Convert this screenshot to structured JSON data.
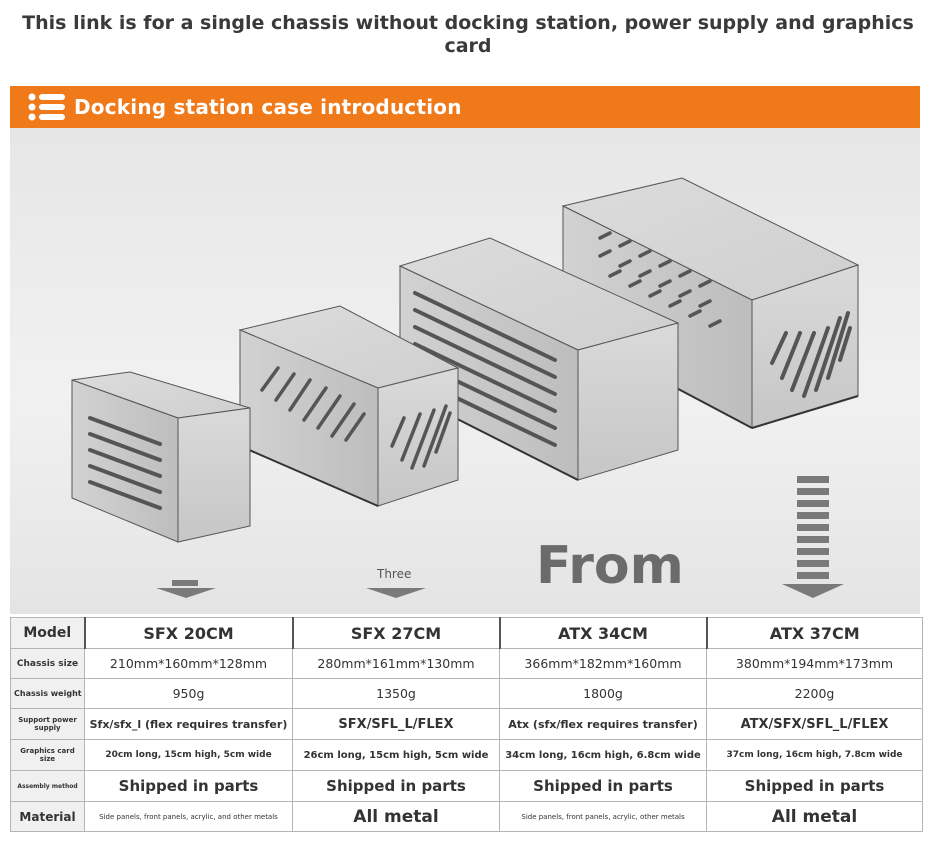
{
  "notice": {
    "line1": "This link is for a single chassis without docking station, power supply and graphics",
    "line2": "card"
  },
  "banner": {
    "title": "Docking station case introduction",
    "icon": "list-icon",
    "color": "#f07a1a"
  },
  "overlay": {
    "from_text": "From",
    "three_label": "Three"
  },
  "table": {
    "model_label": "Model",
    "models": [
      "SFX 20CM",
      "SFX 27CM",
      "ATX 34CM",
      "ATX 37CM"
    ],
    "rows": [
      {
        "label": "Chassis size",
        "values": [
          "210mm*160mm*128mm",
          "280mm*161mm*130mm",
          "366mm*182mm*160mm",
          "380mm*194mm*173mm"
        ]
      },
      {
        "label": "Chassis weight",
        "values": [
          "950g",
          "1350g",
          "1800g",
          "2200g"
        ]
      },
      {
        "label": "Support power supply",
        "values": [
          "Sfx/sfx_l (flex requires transfer)",
          "SFX/SFL_L/FLEX",
          "Atx (sfx/flex requires transfer)",
          "ATX/SFX/SFL_L/FLEX"
        ]
      },
      {
        "label": "Graphics card size",
        "values": [
          "20cm long, 15cm high, 5cm wide",
          "26cm long, 15cm high, 5cm wide",
          "34cm long, 16cm high, 6.8cm wide",
          "37cm long, 16cm high, 7.8cm wide"
        ]
      },
      {
        "label": "Assembly method",
        "values": [
          "Shipped in parts",
          "Shipped in parts",
          "Shipped in parts",
          "Shipped in parts"
        ]
      },
      {
        "label": "Material",
        "values": [
          "Side panels, front panels, acrylic, and other metals",
          "All metal",
          "Side panels, front panels, acrylic, other metals",
          "All metal"
        ]
      }
    ]
  }
}
